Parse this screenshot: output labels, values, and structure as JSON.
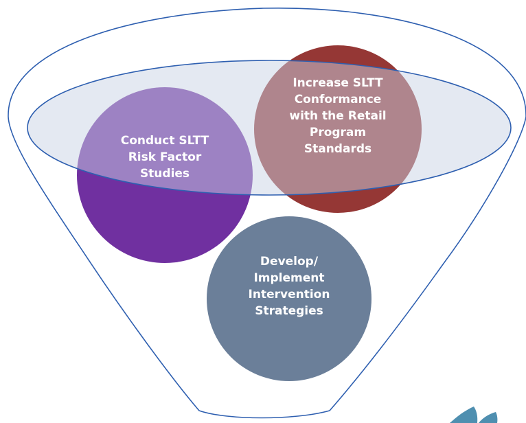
{
  "diagram": {
    "colors": {
      "funnel_stroke": "#2e5fb0",
      "funnel_fill": "#ffffff",
      "rim_fill": "#c9d3e6",
      "circle_risk": "#7030a0",
      "circle_conformance": "#953735",
      "circle_intervention": "#6b7f99",
      "label_text": "#ffffff",
      "logo_leaf": "#4f8fb0"
    },
    "circles": [
      {
        "id": "risk-factor",
        "lines": [
          "Conduct SLTT",
          "Risk Factor",
          "Studies"
        ]
      },
      {
        "id": "conformance",
        "lines": [
          "Increase SLTT",
          "Conformance",
          "with the Retail",
          "Program",
          "Standards"
        ]
      },
      {
        "id": "intervention",
        "lines": [
          "Develop/",
          "Implement",
          "Intervention",
          "Strategies"
        ]
      }
    ],
    "logo_icon": "leaf-logo-icon"
  }
}
